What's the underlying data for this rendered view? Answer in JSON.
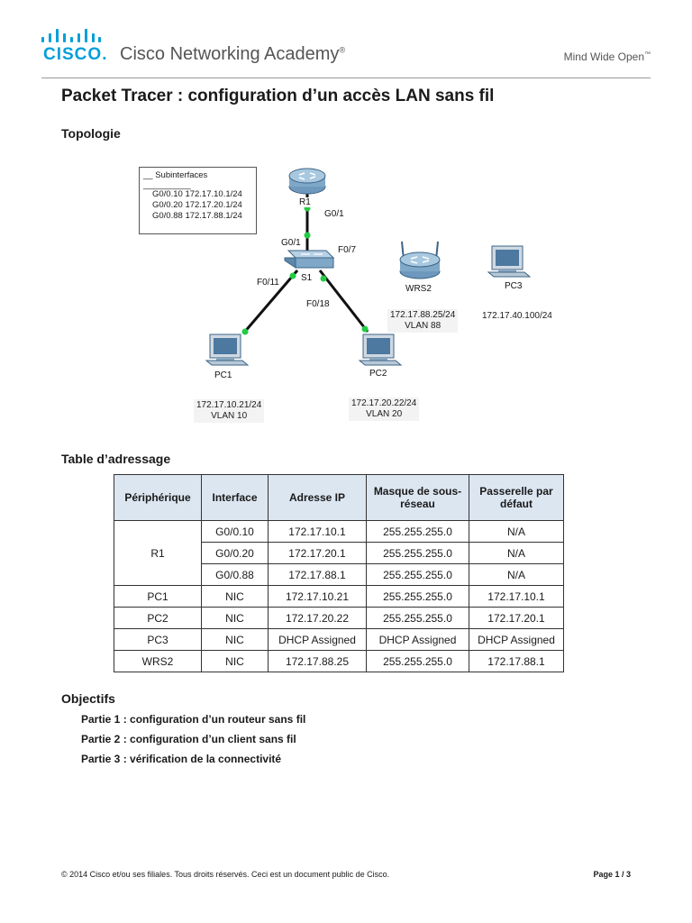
{
  "header": {
    "logo_text": "CISCO",
    "academy": "Cisco Networking Academy",
    "academy_mark": "®",
    "tagline": "Mind Wide Open",
    "tagline_mark": "™"
  },
  "title": "Packet Tracer : configuration d’un accès LAN sans fil",
  "topology": {
    "heading": "Topologie",
    "subinterfaces_title": "Subinterfaces",
    "subinterfaces": [
      "G0/0.10 172.17.10.1/24",
      "G0/0.20 172.17.20.1/24",
      "G0/0.88 172.17.88.1/24"
    ],
    "devices": {
      "r1": "R1",
      "s1": "S1",
      "pc1": "PC1",
      "pc2": "PC2",
      "pc3": "PC3",
      "wrs2": "WRS2"
    },
    "ports": {
      "r1_g01": "G0/1",
      "s1_g01": "G0/1",
      "s1_f07": "F0/7",
      "s1_f011": "F0/11",
      "s1_f018": "F0/18"
    },
    "pc1_ip": "172.17.10.21/24",
    "pc1_vlan": "VLAN 10",
    "pc2_ip": "172.17.20.22/24",
    "pc2_vlan": "VLAN 20",
    "wrs2_ip": "172.17.88.25/24",
    "wrs2_vlan": "VLAN 88",
    "pc3_ip": "172.17.40.100/24"
  },
  "address_table": {
    "heading": "Table d’adressage",
    "headers": [
      "Périphérique",
      "Interface",
      "Adresse IP",
      "Masque de sous-réseau",
      "Passerelle par défaut"
    ],
    "groups": [
      {
        "device": "R1",
        "rows": [
          [
            "G0/0.10",
            "172.17.10.1",
            "255.255.255.0",
            "N/A"
          ],
          [
            "G0/0.20",
            "172.17.20.1",
            "255.255.255.0",
            "N/A"
          ],
          [
            "G0/0.88",
            "172.17.88.1",
            "255.255.255.0",
            "N/A"
          ]
        ]
      },
      {
        "device": "PC1",
        "rows": [
          [
            "NIC",
            "172.17.10.21",
            "255.255.255.0",
            "172.17.10.1"
          ]
        ]
      },
      {
        "device": "PC2",
        "rows": [
          [
            "NIC",
            "172.17.20.22",
            "255.255.255.0",
            "172.17.20.1"
          ]
        ]
      },
      {
        "device": "PC3",
        "rows": [
          [
            "NIC",
            "DHCP Assigned",
            "DHCP Assigned",
            "DHCP Assigned"
          ]
        ]
      },
      {
        "device": "WRS2",
        "rows": [
          [
            "NIC",
            "172.17.88.25",
            "255.255.255.0",
            "172.17.88.1"
          ]
        ]
      }
    ]
  },
  "objectives": {
    "heading": "Objectifs",
    "items": [
      "Partie 1 : configuration d’un routeur sans fil",
      "Partie 2 : configuration d’un client sans fil",
      "Partie 3 : vérification de la connectivité"
    ]
  },
  "footer": {
    "copyright": "© 2014 Cisco et/ou ses filiales. Tous droits réservés. Ceci est un document public de Cisco.",
    "page": "Page 1 / 3"
  },
  "colors": {
    "cisco_blue": "#049fd9",
    "table_header": "#dce6f1",
    "link_green": "#22cc44",
    "device_blue": "#7fa8c8"
  }
}
